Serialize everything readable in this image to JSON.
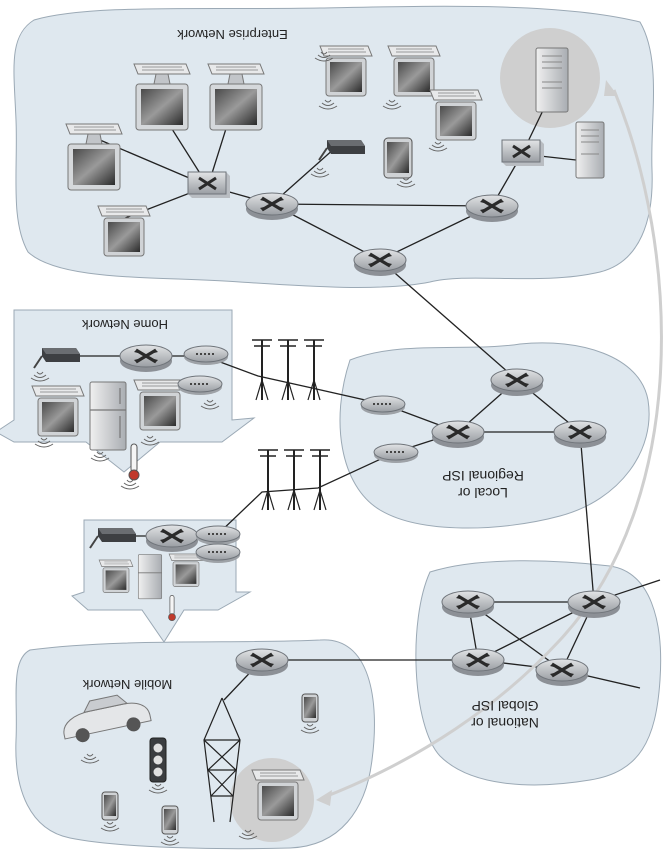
{
  "labels": {
    "enterprise_network": "Enterprise Network",
    "home_network": "Home Network",
    "local_regional_isp": [
      "Local or",
      "Regional ISP"
    ],
    "national_global_isp": [
      "National or",
      "Global ISP"
    ],
    "mobile_network": "Mobile Network"
  },
  "colors": {
    "region_fill": "#dfe8ef",
    "region_stroke": "#9ba9b5",
    "link": "#222222",
    "arrow": "#cfcfcf",
    "router_fill": "#c9ccd0",
    "highlight_circle": "#cfcfcf"
  },
  "icons": [
    "router-icon",
    "switch-icon",
    "laptop-icon",
    "desktop-computer-icon",
    "server-icon",
    "smartphone-icon",
    "tablet-icon",
    "modem-icon",
    "wifi-access-point-icon",
    "cell-tower-icon",
    "refrigerator-icon",
    "thermometer-icon",
    "traffic-light-icon",
    "car-icon",
    "wireless-signal-icon"
  ]
}
